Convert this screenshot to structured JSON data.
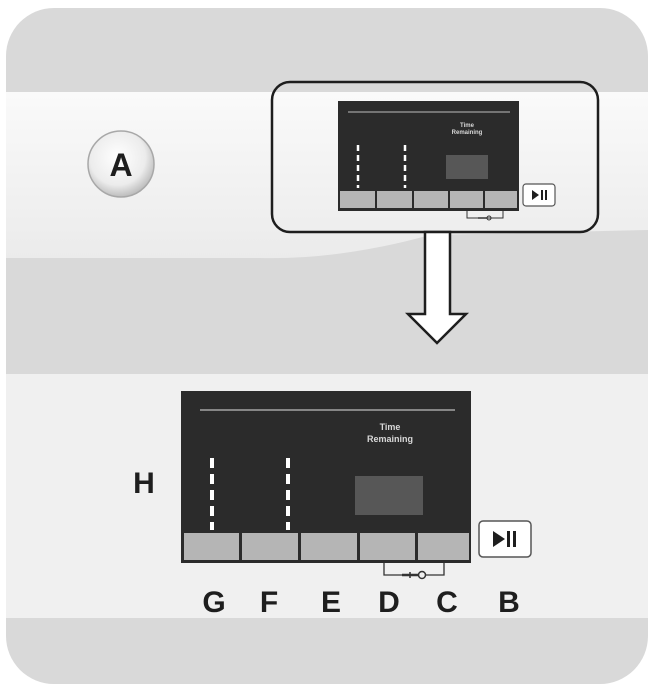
{
  "control_label": "A",
  "display_label": "H",
  "display_text": {
    "line1": "Time",
    "line2": "Remaining"
  },
  "button_labels": [
    "G",
    "F",
    "E",
    "D",
    "C",
    "B"
  ],
  "icons": {
    "play_pause": "play-pause-icon",
    "lock": "key-lock-icon"
  },
  "colors": {
    "background": "#d9d9d9",
    "panel": "#f0f0f0",
    "display": "#2b2b2b",
    "button": "#b5b5b5",
    "text": "#1e1e1e"
  }
}
